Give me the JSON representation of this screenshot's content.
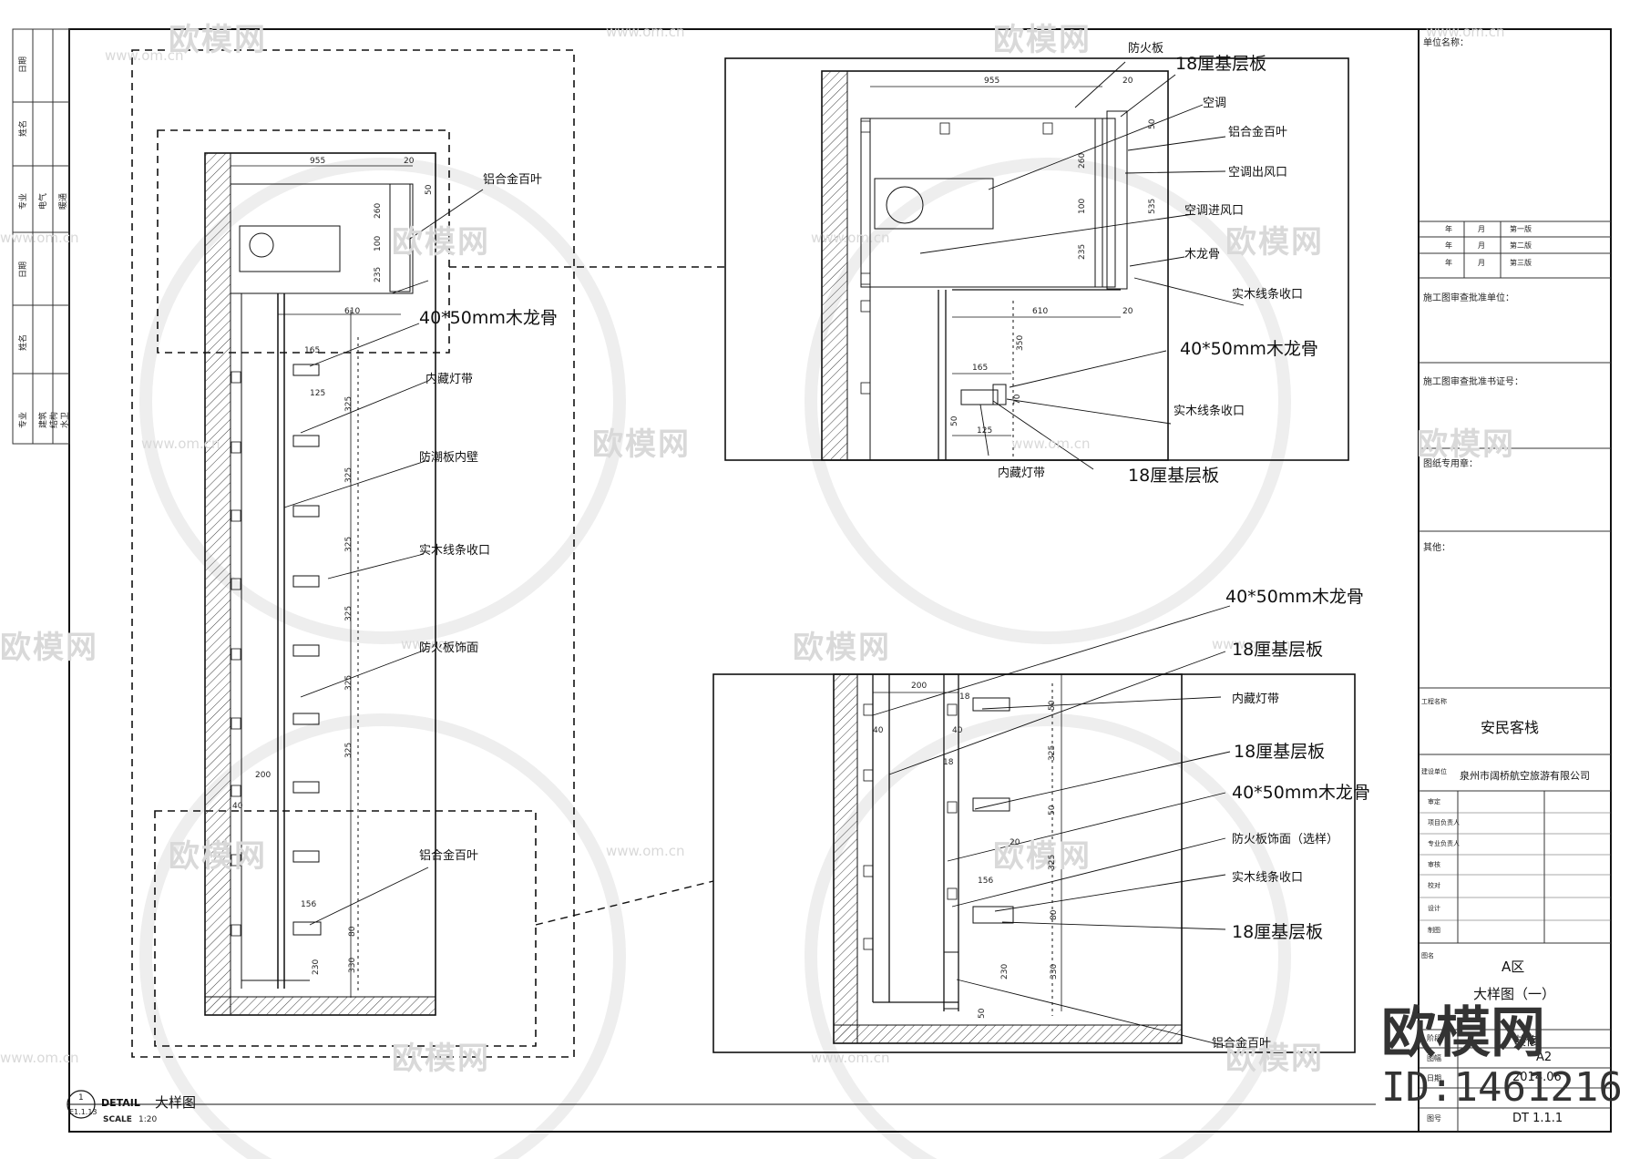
{
  "watermark": {
    "brand": "欧模网",
    "url": "www.om.cn",
    "stamp_name": "欧模网",
    "stamp_id": "ID:1461216"
  },
  "left_detail": {
    "callouts": [
      "铝合金百叶",
      "40*50mm木龙骨",
      "内藏灯带",
      "防潮板内壁",
      "实木线条收口",
      "防火板饰面",
      "铝合金百叶"
    ],
    "dims": [
      "955",
      "20",
      "50",
      "260",
      "100",
      "235",
      "610",
      "165",
      "125",
      "325",
      "200",
      "40",
      "156",
      "80",
      "230",
      "330"
    ]
  },
  "top_right_detail": {
    "callouts": [
      "防火板",
      "18厘基层板",
      "空调",
      "铝合金百叶",
      "空调出风口",
      "空调进风口",
      "木龙骨",
      "实木线条收口",
      "40*50mm木龙骨",
      "实木线条收口",
      "内藏灯带",
      "18厘基层板"
    ],
    "dims": [
      "955",
      "20",
      "50",
      "260",
      "100",
      "235",
      "610",
      "20",
      "350",
      "165",
      "125",
      "50",
      "70",
      "535"
    ]
  },
  "bottom_right_detail": {
    "callouts": [
      "40*50mm木龙骨",
      "18厘基层板",
      "内藏灯带",
      "18厘基层板",
      "40*50mm木龙骨",
      "防火板饰面（选样）",
      "实木线条收口",
      "18厘基层板",
      "铝合金百叶"
    ],
    "dims": [
      "200",
      "18",
      "40",
      "40",
      "18",
      "50",
      "325",
      "50",
      "20",
      "156",
      "325",
      "80",
      "230",
      "330",
      "50"
    ]
  },
  "detail_footer": {
    "num": "1",
    "sheet": "E1.1.13",
    "title_en": "DETAIL",
    "title_cn": "大样图",
    "scale_label": "SCALE",
    "scale": "1:20"
  },
  "left_strip": {
    "labels_top": [
      "日期",
      "姓名",
      "专业",
      "电气",
      "暖通"
    ],
    "labels_mid": [
      "日期",
      "姓名"
    ],
    "labels_bot": [
      "专业",
      "建筑",
      "结构",
      "水卫"
    ]
  },
  "title_block": {
    "unit_name_label": "单位名称：",
    "revisions": [
      {
        "y": "年",
        "m": "月",
        "label": "第一版"
      },
      {
        "y": "年",
        "m": "月",
        "label": "第二版"
      },
      {
        "y": "年",
        "m": "月",
        "label": "第三版"
      }
    ],
    "review_unit_label": "施工图审查批准单位：",
    "review_cert_label": "施工图审查批准书证号：",
    "stamp_label": "图纸专用章：",
    "other_label": "其他：",
    "project_label": "工程名称",
    "project_name": "安民客栈",
    "client_label": "建设单位",
    "client_name": "泉州市阔桥航空旅游有限公司",
    "sign_rows": [
      "审定",
      "项目负责人",
      "专业负责人",
      "审核",
      "校对",
      "设计",
      "制图"
    ],
    "drawing_label": "图名",
    "drawing_name_1": "A区",
    "drawing_name_2": "大样图（一）",
    "stage_label": "阶段",
    "stage": "装修",
    "size_label": "图幅",
    "size": "A2",
    "date_label": "日期",
    "date": "2014.06",
    "sheet_label": "图号",
    "sheet": "DT 1.1.1"
  }
}
